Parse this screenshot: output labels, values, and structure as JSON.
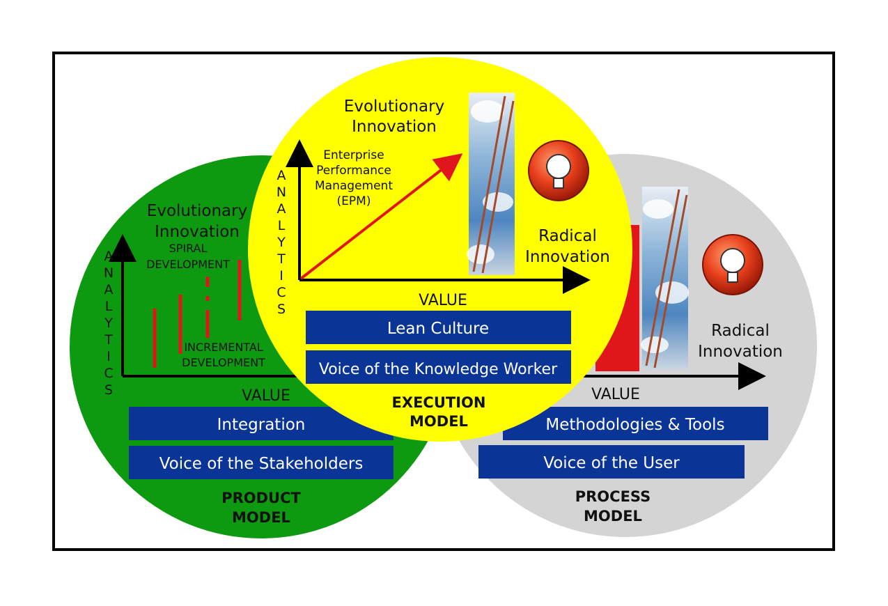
{
  "product": {
    "title": "Evolutionary Innovation",
    "spiral": "SPIRAL DEVELOPMENT",
    "incremental": "INCREMENTAL DEVELOPMENT",
    "y_axis": "ANALYTICS",
    "x_axis": "VALUE",
    "box1": "Integration",
    "box2": "Voice of the Stakeholders",
    "model": "PRODUCT MODEL"
  },
  "execution": {
    "title": "Evolutionary Innovation",
    "epm": "Enterprise Performance Management (EPM)",
    "radical": "Radical Innovation",
    "y_axis": "ANALYTICS",
    "x_axis": "VALUE",
    "box1": "Lean Culture",
    "box2": "Voice of the Knowledge Worker",
    "model": "EXECUTION MODEL"
  },
  "process": {
    "radical": "Radical Innovation",
    "x_axis": "VALUE",
    "box1": "Methodologies & Tools",
    "box2": "Voice of the User",
    "model": "PROCESS MODEL"
  },
  "colors": {
    "green": "#0e9a10",
    "yellow": "#ffff00",
    "gray": "#d4d4d4",
    "box_blue": "#0a3596",
    "red": "#e0161c"
  },
  "icons": [
    "ladder-sky-image",
    "lightbulb-icon"
  ]
}
